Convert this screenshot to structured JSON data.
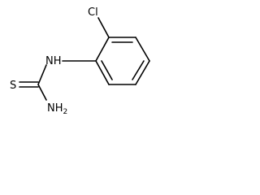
{
  "structure": {
    "atoms": {
      "chlorine": "Cl",
      "nh": "NH",
      "sulfur": "S",
      "nh2_symbol": "NH",
      "nh2_subscript": "2"
    },
    "colors": {
      "bond": "#000000",
      "label": "#000000",
      "background": "#ffffff"
    }
  }
}
